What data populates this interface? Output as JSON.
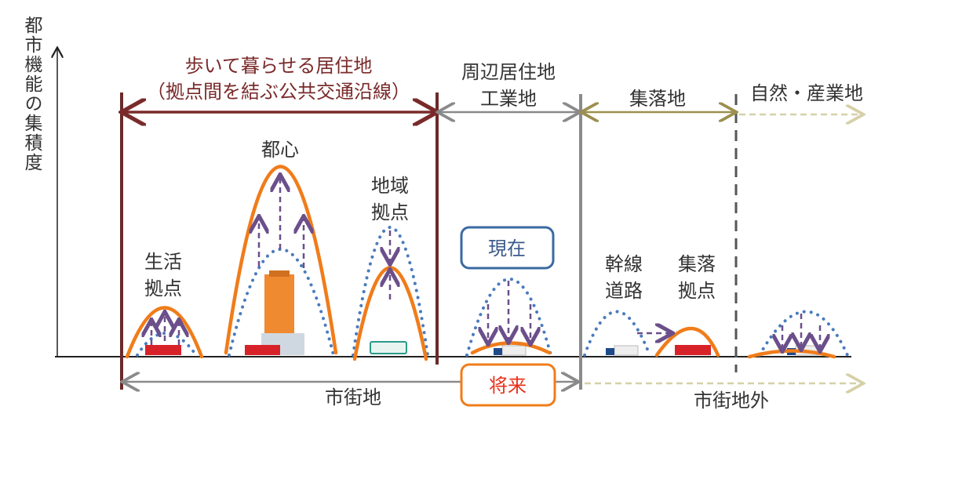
{
  "y_axis_label": "都市機能の集積度",
  "zones": {
    "walkable": {
      "line1": "歩いて暮らせる居住地",
      "line2": "（拠点間を結ぶ公共交通沿線）",
      "color": "#7a2a2a"
    },
    "peripheral": {
      "line1": "周辺居住地",
      "line2": "工業地",
      "color": "#8a8a8a"
    },
    "village": {
      "label": "集落地",
      "color": "#9b8f4f"
    },
    "nature": {
      "label": "自然・産業地",
      "color": "#d6d0a8"
    }
  },
  "bottom": {
    "urban": "市街地",
    "non_urban": "市街地外"
  },
  "nodes": {
    "life": {
      "line1": "生活",
      "line2": "拠点"
    },
    "center": {
      "label": "都心"
    },
    "regional": {
      "line1": "地域",
      "line2": "拠点"
    },
    "trunk_road": {
      "line1": "幹線",
      "line2": "道路"
    },
    "village_hub": {
      "line1": "集落",
      "line2": "拠点"
    }
  },
  "legend": {
    "current": "現在",
    "future": "将来",
    "current_color": "#3a6aa0",
    "future_color": "#f07c1a"
  }
}
